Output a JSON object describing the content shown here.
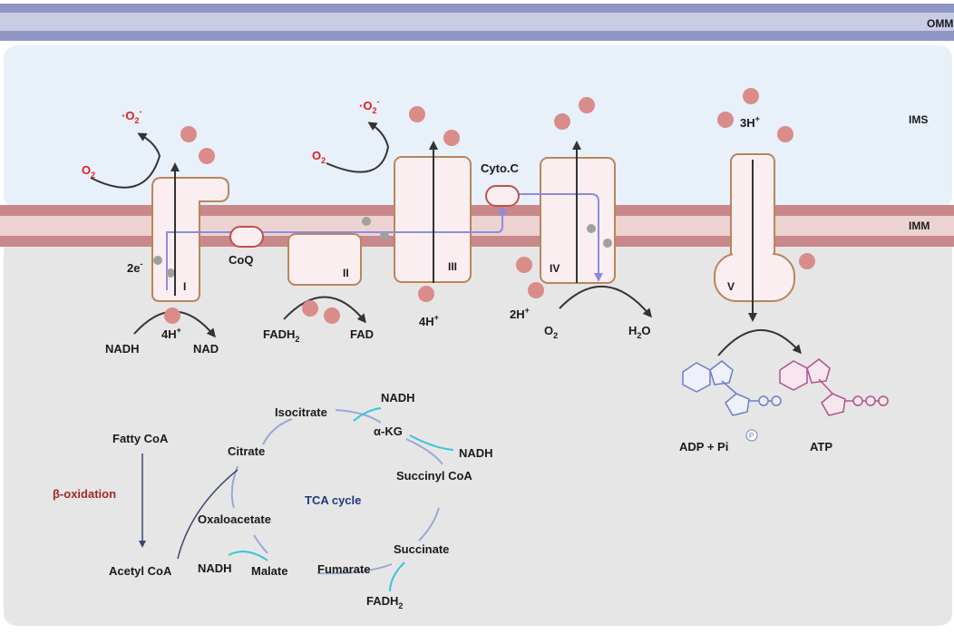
{
  "regions": {
    "omm": "OMM",
    "ims": "IMS",
    "imm": "IMM"
  },
  "complexes": {
    "c1": "I",
    "c2": "II",
    "c3": "III",
    "c4": "IV",
    "c5": "V"
  },
  "carriers": {
    "coq": "CoQ",
    "cytoc": "Cyto.C",
    "electrons": "2e",
    "electrons_sup": "-"
  },
  "etc_labels": {
    "ros1": "·O",
    "ros2": "·O",
    "ros_sub": "2",
    "ros_sup": "-",
    "o2_a": "O",
    "o2_b": "O",
    "o2_sub": "2",
    "nadh": "NADH",
    "h4_1": "4H",
    "h_sup": "+",
    "nad": "NAD",
    "fadh2": "FADH",
    "fadh2_sub": "2",
    "fad": "FAD",
    "h4_3": "4H",
    "h2_4": "2H",
    "o2_c": "O",
    "o2_c_sub": "2",
    "h2o_h": "H",
    "h2o_sub": "2",
    "h2o_o": "O",
    "h3_5": "3H"
  },
  "atp": {
    "adp": "ADP + Pi",
    "atp": "ATP",
    "pi_symbol": "P"
  },
  "tca": {
    "center": "TCA cycle",
    "isocitrate": "Isocitrate",
    "akg": "α-KG",
    "nadh1": "NADH",
    "nadh2": "NADH",
    "succinyl": "Succinyl CoA",
    "succinate": "Succinate",
    "fumarate": "Fumarate",
    "fadh2": "FADH",
    "fadh2_sub": "2",
    "malate": "Malate",
    "nadh3": "NADH",
    "oxaloacetate": "Oxaloacetate",
    "citrate": "Citrate",
    "fatty": "Fatty CoA",
    "beta": "β-oxidation",
    "acetyl": "Acetyl CoA"
  },
  "colors": {
    "omm_band": "#8f96c4",
    "omm_light": "#c9cce4",
    "ims_fill": "#e8f0fa",
    "imm_dark": "#c9888a",
    "imm_light": "#ecd3d2",
    "matrix_fill": "#e6e6e6",
    "complex_fill": "#fbeef1",
    "complex_stroke": "#b8865a",
    "proton": "#d98c8a",
    "electron_path": "#8e8be0",
    "tca_arc": "#9aa8d6",
    "tca_cofactor": "#36c6d6",
    "beta_red": "#9e2b25",
    "tca_center": "#1f3a7a",
    "adp_blue": "#6f7fc4",
    "atp_pink": "#b0558a",
    "ros_red": "#e0201e"
  }
}
